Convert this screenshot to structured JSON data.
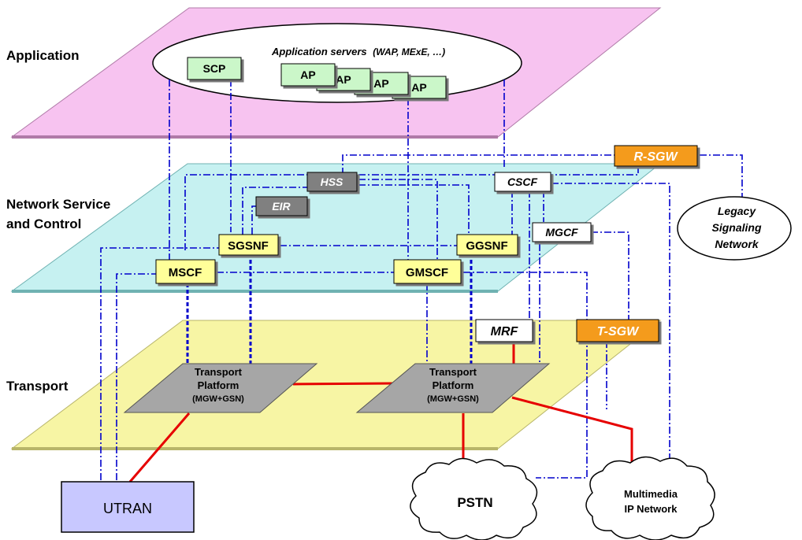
{
  "layers": {
    "application": "Application",
    "network_line1": "Network Service",
    "network_line2": "and Control",
    "transport": "Transport"
  },
  "colors": {
    "application_plane": "#f7c3f0",
    "network_plane": "#c6f1f1",
    "transport_plane": "#f7f5a4",
    "server_box": "#cbf7c9",
    "function_box": "#ffff99",
    "dark_box": "#808080",
    "gateway_box": "#f49b1b",
    "utran_box": "#c8c8ff",
    "signal_line": "#0000cc",
    "bearer_line": "#e60000"
  },
  "application": {
    "servers_label": "Application servers",
    "servers_examples": "(WAP, MExE, …)",
    "scp": "SCP",
    "ap": [
      "AP",
      "AP",
      "AP",
      "AP"
    ]
  },
  "control": {
    "hss": "HSS",
    "eir": "EIR",
    "cscf": "CSCF",
    "r_sgw": "R-SGW",
    "mgcf": "MGCF",
    "sgsnf": "SGSNF",
    "ggsnf": "GGSNF",
    "mscf": "MSCF",
    "gmscf": "GMSCF"
  },
  "transport": {
    "mrf": "MRF",
    "t_sgw": "T-SGW",
    "platform_left": [
      "Transport",
      "Platform",
      "(MGW+GSN)"
    ],
    "platform_right": [
      "Transport",
      "Platform",
      "(MGW+GSN)"
    ]
  },
  "networks": {
    "legacy": [
      "Legacy",
      "Signaling",
      "Network"
    ],
    "pstn": "PSTN",
    "multimedia": [
      "Multimedia",
      "IP Network"
    ],
    "utran": "UTRAN"
  }
}
